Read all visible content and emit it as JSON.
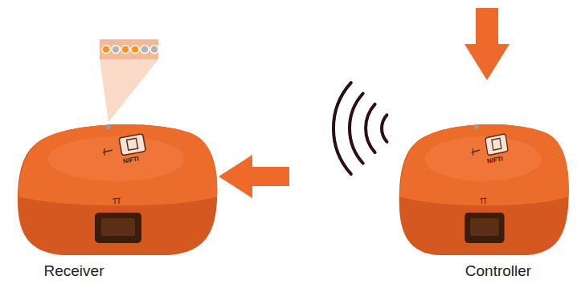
{
  "diagram": {
    "nodes": [
      {
        "text": [
          "NIFTI",
          "Receiver"
        ]
      },
      {
        "text": [
          "NIFTI",
          "Controller"
        ]
      }
    ],
    "edges": [
      {
        "from": 1,
        "to": 0,
        "arrow": "to"
      }
    ]
  }
}
